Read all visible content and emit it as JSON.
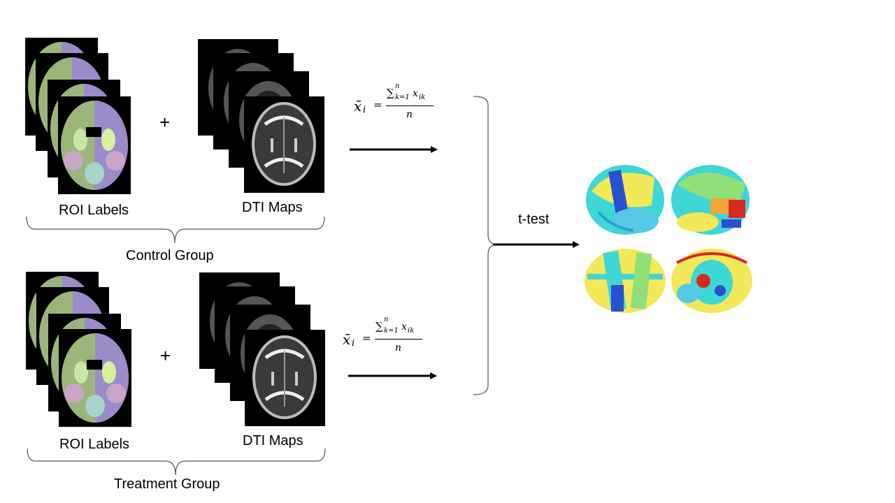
{
  "control": {
    "roi_label": "ROI Labels",
    "dti_label": "DTI Maps",
    "plus": "+",
    "group_label": "Control Group"
  },
  "treatment": {
    "roi_label": "ROI Labels",
    "dti_label": "DTI Maps",
    "plus": "+",
    "group_label": "Treatment Group"
  },
  "formula": {
    "lhs": "x̄",
    "lhs_sub": "i",
    "equals": "=",
    "numerator_sum": "∑",
    "sum_upper": "n",
    "sum_lower": "k=1",
    "term": "x",
    "term_sub": "ik",
    "denominator": "n"
  },
  "test_label": "t-test",
  "colors": {
    "arrow": "#000000",
    "roi_purple": "#9b8bc9",
    "roi_green": "#9bb57a",
    "roi_pink": "#c9a6c9",
    "brain_cyan": "#3fd6d6",
    "brain_yellow": "#f2e85a",
    "brain_blue": "#2a4fd1",
    "brain_red": "#d62a1f"
  }
}
